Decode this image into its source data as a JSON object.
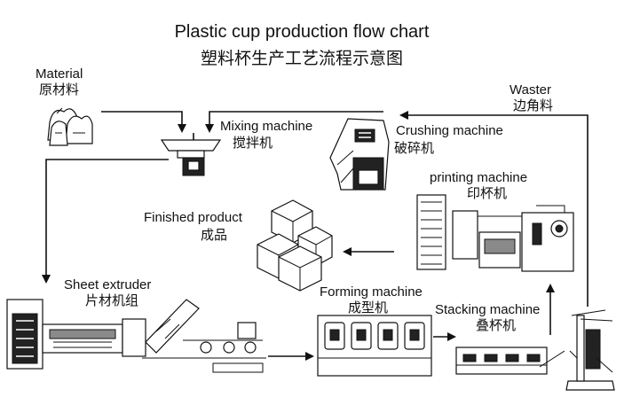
{
  "title": {
    "en": "Plastic cup production flow chart",
    "zh": "塑料杯生产工艺流程示意图"
  },
  "nodes": {
    "material": {
      "en": "Material",
      "zh": "原材料"
    },
    "mixing": {
      "en": "Mixing machine",
      "zh": "搅拌机"
    },
    "waster": {
      "en": "Waster",
      "zh": "边角料"
    },
    "crushing": {
      "en": "Crushing machine",
      "zh": "破碎机"
    },
    "printing": {
      "en": "printing machine",
      "zh": "印杯机"
    },
    "finished": {
      "en": "Finished product",
      "zh": "成品"
    },
    "sheet": {
      "en": "Sheet extruder",
      "zh": "片材机组"
    },
    "forming": {
      "en": "Forming machine",
      "zh": "成型机"
    },
    "stacking": {
      "en": "Stacking machine",
      "zh": "叠杯机"
    }
  },
  "flow": [
    [
      "material",
      "mixing"
    ],
    [
      "crushing",
      "mixing"
    ],
    [
      "mixing",
      "sheet"
    ],
    [
      "sheet",
      "forming"
    ],
    [
      "forming",
      "stacking"
    ],
    [
      "stacking",
      "printing"
    ],
    [
      "printing",
      "finished"
    ],
    [
      "stacking",
      "waster"
    ],
    [
      "waster",
      "crushing"
    ]
  ],
  "colors": {
    "ink": "#111111",
    "background": "#ffffff"
  }
}
